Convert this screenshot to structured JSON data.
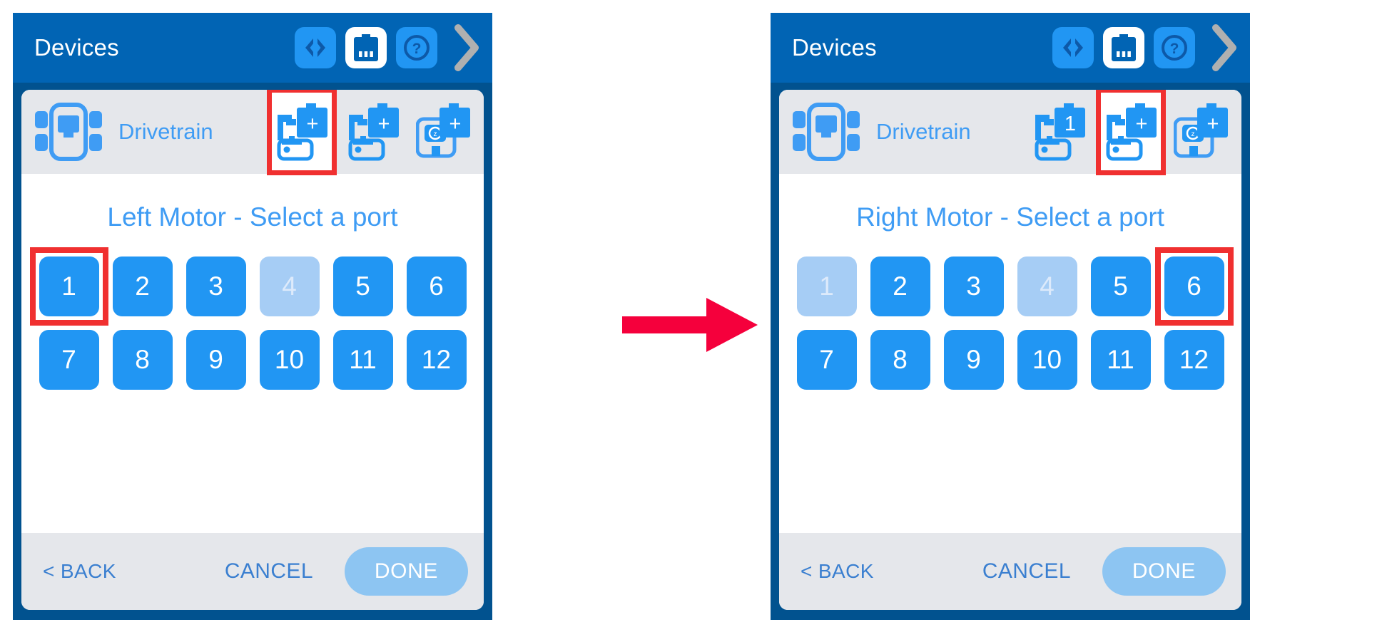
{
  "accent_colors": {
    "appbar": "#0164b4",
    "panel_border": "#01528f",
    "primary_blue": "#2196f3",
    "light_blue": "#a6cdf5",
    "link_blue": "#3a7fd0",
    "highlight_red": "#f03030",
    "arrow_red": "#f5003c",
    "row_grey": "#e5e7eb",
    "chevron_grey": "#b0b0b0"
  },
  "panels": [
    {
      "id": "left-panel",
      "appbar": {
        "title": "Devices",
        "actions": [
          {
            "name": "code-icon",
            "label": "<>"
          },
          {
            "name": "battery-icon",
            "label": ""
          },
          {
            "name": "help-icon",
            "label": "?"
          },
          {
            "name": "chevron-right-icon",
            "label": ">"
          }
        ]
      },
      "device": {
        "icon": "drivetrain-icon",
        "name": "Drivetrain",
        "slots": [
          {
            "name": "left-motor-slot",
            "badge": "+",
            "active": true,
            "highlighted": true,
            "type": "motor"
          },
          {
            "name": "right-motor-slot",
            "badge": "+",
            "active": false,
            "highlighted": false,
            "type": "motor"
          },
          {
            "name": "gyro-slot",
            "badge": "+",
            "active": false,
            "highlighted": false,
            "type": "gyro"
          }
        ]
      },
      "prompt": "Left Motor - Select a port",
      "ports": [
        {
          "label": "1",
          "disabled": false,
          "highlighted": true
        },
        {
          "label": "2",
          "disabled": false,
          "highlighted": false
        },
        {
          "label": "3",
          "disabled": false,
          "highlighted": false
        },
        {
          "label": "4",
          "disabled": true,
          "highlighted": false
        },
        {
          "label": "5",
          "disabled": false,
          "highlighted": false
        },
        {
          "label": "6",
          "disabled": false,
          "highlighted": false
        },
        {
          "label": "7",
          "disabled": false,
          "highlighted": false
        },
        {
          "label": "8",
          "disabled": false,
          "highlighted": false
        },
        {
          "label": "9",
          "disabled": false,
          "highlighted": false
        },
        {
          "label": "10",
          "disabled": false,
          "highlighted": false
        },
        {
          "label": "11",
          "disabled": false,
          "highlighted": false
        },
        {
          "label": "12",
          "disabled": false,
          "highlighted": false
        }
      ],
      "footer": {
        "back": "< BACK",
        "cancel": "CANCEL",
        "done": "DONE",
        "done_disabled": true
      }
    },
    {
      "id": "right-panel",
      "appbar": {
        "title": "Devices",
        "actions": [
          {
            "name": "code-icon",
            "label": "<>"
          },
          {
            "name": "battery-icon",
            "label": ""
          },
          {
            "name": "help-icon",
            "label": "?"
          },
          {
            "name": "chevron-right-icon",
            "label": ">"
          }
        ]
      },
      "device": {
        "icon": "drivetrain-icon",
        "name": "Drivetrain",
        "slots": [
          {
            "name": "left-motor-slot",
            "badge": "1",
            "active": false,
            "highlighted": false,
            "type": "motor"
          },
          {
            "name": "right-motor-slot",
            "badge": "+",
            "active": true,
            "highlighted": true,
            "type": "motor"
          },
          {
            "name": "gyro-slot",
            "badge": "+",
            "active": false,
            "highlighted": false,
            "type": "gyro"
          }
        ]
      },
      "prompt": "Right Motor - Select a port",
      "ports": [
        {
          "label": "1",
          "disabled": true,
          "highlighted": false
        },
        {
          "label": "2",
          "disabled": false,
          "highlighted": false
        },
        {
          "label": "3",
          "disabled": false,
          "highlighted": false
        },
        {
          "label": "4",
          "disabled": true,
          "highlighted": false
        },
        {
          "label": "5",
          "disabled": false,
          "highlighted": false
        },
        {
          "label": "6",
          "disabled": false,
          "highlighted": true
        },
        {
          "label": "7",
          "disabled": false,
          "highlighted": false
        },
        {
          "label": "8",
          "disabled": false,
          "highlighted": false
        },
        {
          "label": "9",
          "disabled": false,
          "highlighted": false
        },
        {
          "label": "10",
          "disabled": false,
          "highlighted": false
        },
        {
          "label": "11",
          "disabled": false,
          "highlighted": false
        },
        {
          "label": "12",
          "disabled": false,
          "highlighted": false
        }
      ],
      "footer": {
        "back": "< BACK",
        "cancel": "CANCEL",
        "done": "DONE",
        "done_disabled": true
      }
    }
  ],
  "transition_arrow": {
    "name": "step-arrow-icon",
    "direction": "right"
  }
}
